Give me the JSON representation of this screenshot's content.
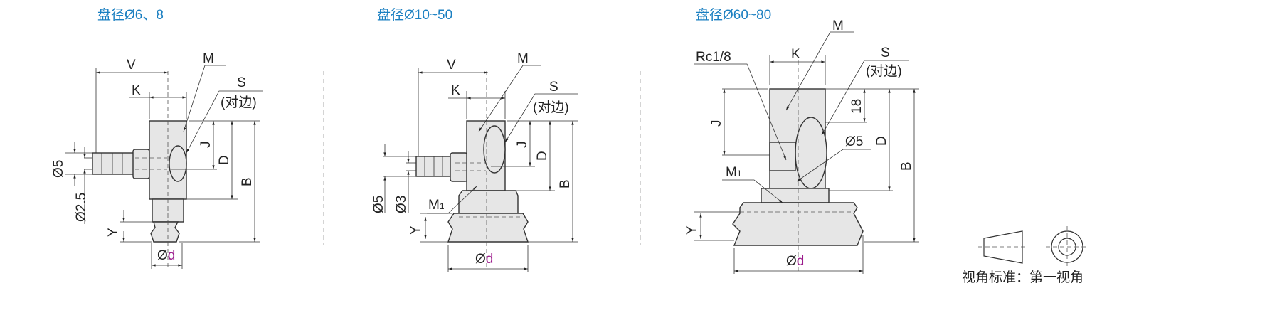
{
  "views": [
    {
      "title": "盘径Ø6、8",
      "labels": {
        "V": "V",
        "K": "K",
        "M": "M",
        "S": "S",
        "across_flats": "(对边)",
        "J": "J",
        "D": "D",
        "B": "B",
        "dia_hose_outer": "Ø5",
        "dia_hose_inner": "Ø2.5",
        "Y": "Y",
        "dia_prefix": "Ø",
        "dia_var": "d"
      }
    },
    {
      "title": "盘径Ø10~50",
      "labels": {
        "V": "V",
        "K": "K",
        "M": "M",
        "S": "S",
        "across_flats": "(对边)",
        "J": "J",
        "D": "D",
        "B": "B",
        "dia_hose_outer": "Ø5",
        "dia_hose_inner": "Ø3",
        "M1_main": "M",
        "M1_sub": "1",
        "Y": "Y",
        "dia_prefix": "Ø",
        "dia_var": "d"
      }
    },
    {
      "title": "盘径Ø60~80",
      "labels": {
        "Rc": "Rc1/8",
        "K": "K",
        "M": "M",
        "S": "S",
        "across_flats": "(对边)",
        "dim18": "18",
        "J": "J",
        "D": "D",
        "B": "B",
        "dia5": "Ø5",
        "M1_main": "M",
        "M1_sub": "1",
        "Y": "Y",
        "dia_prefix": "Ø",
        "dia_var": "d"
      }
    }
  ],
  "projection": {
    "caption": "视角标准：第一视角"
  },
  "colors": {
    "title": "#1a7fc1",
    "variable": "#9b1b8c",
    "part_fill": "#e6e6e6"
  }
}
